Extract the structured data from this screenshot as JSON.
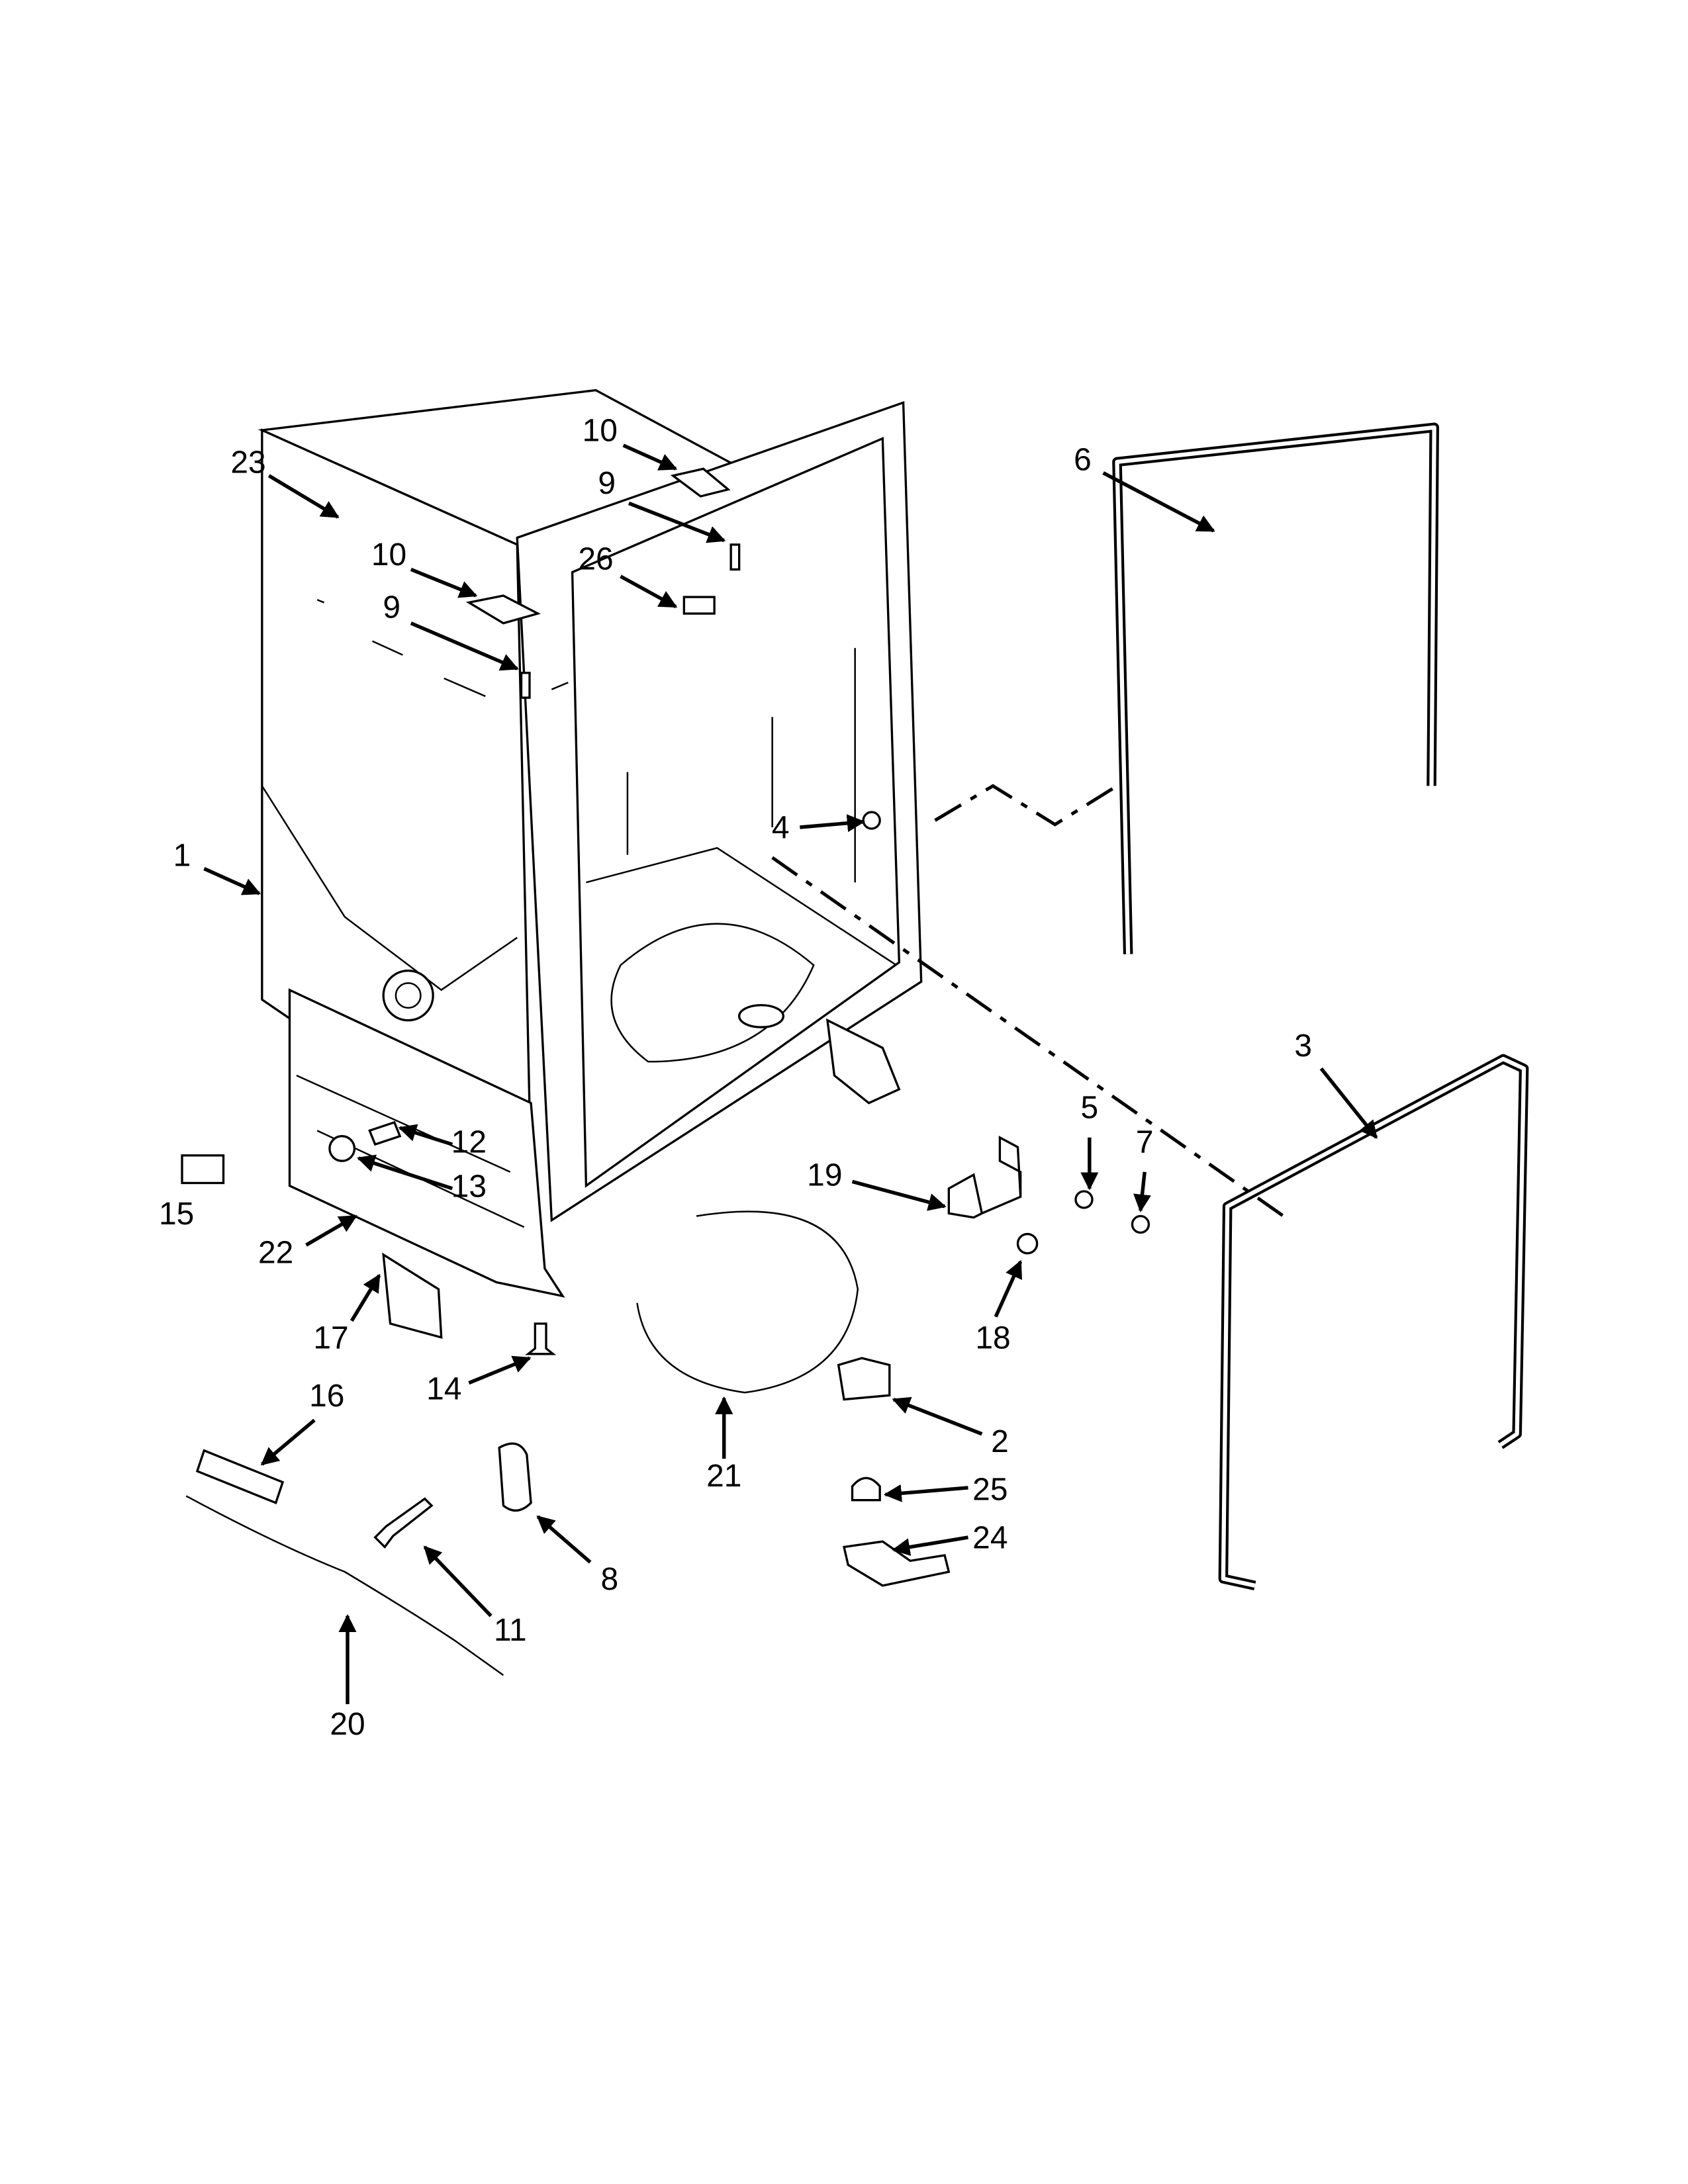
{
  "diagram": {
    "type": "exploded parts diagram",
    "callouts": {
      "c1": "1",
      "c2": "2",
      "c3": "3",
      "c4": "4",
      "c5": "5",
      "c6": "6",
      "c7": "7",
      "c8": "8",
      "c9a": "9",
      "c9b": "9",
      "c10a": "10",
      "c10b": "10",
      "c11": "11",
      "c12": "12",
      "c13": "13",
      "c14": "14",
      "c15": "15",
      "c16": "16",
      "c17": "17",
      "c18": "18",
      "c19": "19",
      "c20": "20",
      "c21": "21",
      "c22": "22",
      "c23": "23",
      "c24": "24",
      "c25": "25",
      "c26": "26"
    }
  }
}
